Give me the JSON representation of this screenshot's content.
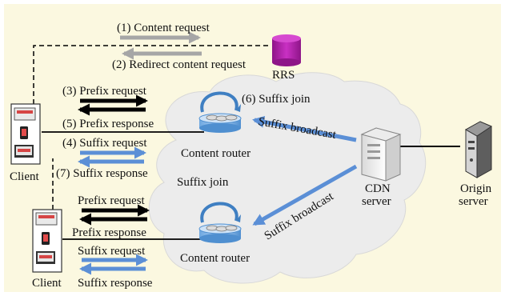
{
  "colors": {
    "background_panel": "#fbf8e0",
    "cloud_fill": "#ececec",
    "gray_arrow": "#a6a6a6",
    "black_arrow": "#000000",
    "blue_arrow": "#5b8fd6",
    "rrs_color": "#b21fae",
    "router_blue": "#4f8fd0"
  },
  "labels": {
    "content_request": "(1) Content request",
    "redirect_request": "(2) Redirect content request",
    "rrs": "RRS",
    "prefix_request_1": "(3) Prefix request",
    "prefix_response_1": "(5) Prefix response",
    "suffix_request_1": "(4) Suffix request",
    "suffix_response_1": "(7) Suffix response",
    "suffix_join_1": "(6) Suffix join",
    "suffix_broadcast_1": "Suffix broadcast",
    "content_router_1": "Content router",
    "cdn_line1": "CDN",
    "cdn_line2": "server",
    "origin_line1": "Origin",
    "origin_line2": "server",
    "client_1": "Client",
    "suffix_join_2": "Suffix join",
    "suffix_broadcast_2": "Suffix broadcast",
    "prefix_request_2": "Prefix request",
    "prefix_response_2": "Prefix response",
    "suffix_request_2": "Suffix request",
    "suffix_response_2": "Suffix response",
    "content_router_2": "Content router",
    "client_2": "Client"
  },
  "icons": [
    "rrs-cylinder-icon",
    "content-router-icon",
    "cdn-server-icon",
    "origin-server-icon",
    "client-devices-icon"
  ]
}
